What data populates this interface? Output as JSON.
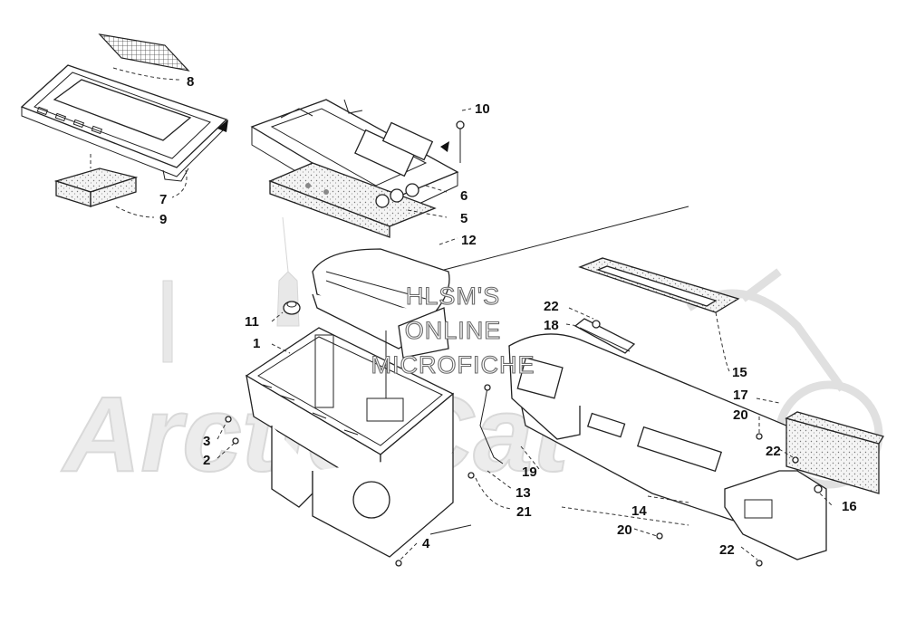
{
  "watermark": {
    "line1": "HLSM'S",
    "line2": "ONLINE",
    "line3": "MICROFICHE"
  },
  "background_logo": {
    "text": "Arctic Cat",
    "icon": "motorcycle-silhouette"
  },
  "callouts": [
    {
      "id": "c8",
      "label": "8"
    },
    {
      "id": "c7",
      "label": "7"
    },
    {
      "id": "c9",
      "label": "9"
    },
    {
      "id": "c10",
      "label": "10"
    },
    {
      "id": "c6",
      "label": "6"
    },
    {
      "id": "c5",
      "label": "5"
    },
    {
      "id": "c12",
      "label": "12"
    },
    {
      "id": "c11",
      "label": "11"
    },
    {
      "id": "c1",
      "label": "1"
    },
    {
      "id": "c3",
      "label": "3"
    },
    {
      "id": "c2",
      "label": "2"
    },
    {
      "id": "c4",
      "label": "4"
    },
    {
      "id": "c13",
      "label": "13"
    },
    {
      "id": "c21",
      "label": "21"
    },
    {
      "id": "c19",
      "label": "19"
    },
    {
      "id": "c22a",
      "label": "22"
    },
    {
      "id": "c18",
      "label": "18"
    },
    {
      "id": "c15",
      "label": "15"
    },
    {
      "id": "c17",
      "label": "17"
    },
    {
      "id": "c20a",
      "label": "20"
    },
    {
      "id": "c22b",
      "label": "22"
    },
    {
      "id": "c16",
      "label": "16"
    },
    {
      "id": "c14",
      "label": "14"
    },
    {
      "id": "c20b",
      "label": "20"
    },
    {
      "id": "c22c",
      "label": "22"
    }
  ]
}
